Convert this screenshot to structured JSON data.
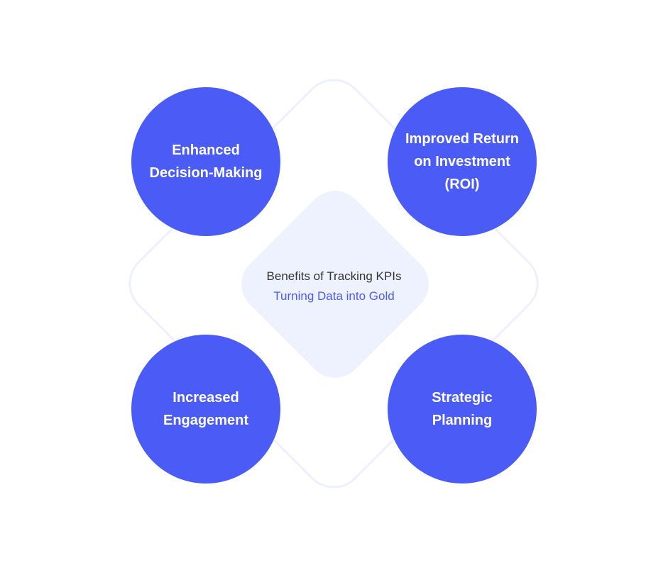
{
  "center": {
    "title": "Benefits of Tracking KPIs",
    "subtitle": "Turning Data into Gold"
  },
  "benefits": [
    {
      "label": "Enhanced\nDecision-Making"
    },
    {
      "label": "Improved Return\non Investment\n(ROI)"
    },
    {
      "label": "Increased\nEngagement"
    },
    {
      "label": "Strategic\nPlanning"
    }
  ],
  "colors": {
    "accent": "#4a5cf5",
    "diamond_fill": "#eef1fe",
    "diamond_outline": "#eef0fd",
    "title_text": "#333333"
  }
}
